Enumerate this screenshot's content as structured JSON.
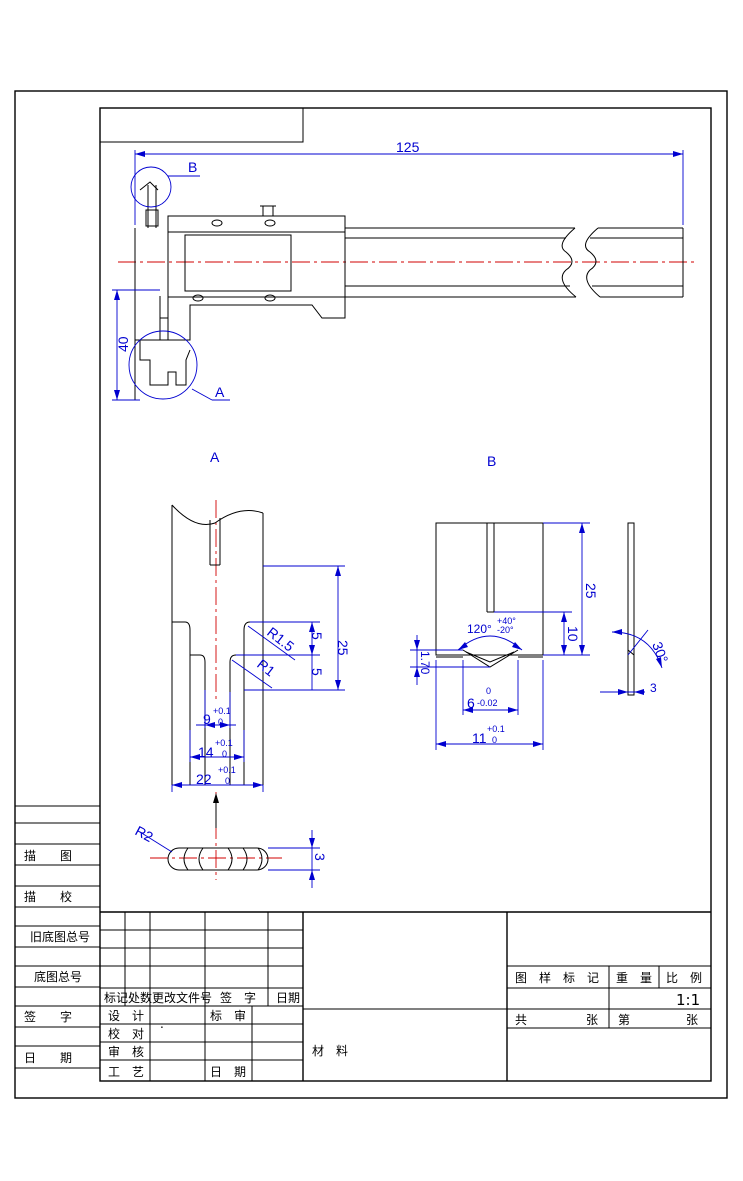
{
  "drawing": {
    "overall_length": "125",
    "jaw_height": "40",
    "label_A": "A",
    "label_B": "B",
    "view_A": {
      "title": "A",
      "dim_25": "25",
      "dim_5a": "5",
      "dim_5b": "5",
      "r15": "R1.5",
      "r1": "R1",
      "dim_9": "9",
      "dim_9_tol_up": "+0.1",
      "dim_9_tol_lo": "0",
      "dim_14": "14",
      "dim_14_tol_up": "+0.1",
      "dim_14_tol_lo": "0",
      "dim_22": "22",
      "dim_22_tol_up": "+0.1",
      "dim_22_tol_lo": "0",
      "r2": "R2",
      "dim_3": "3"
    },
    "view_B": {
      "title": "B",
      "dim_25": "25",
      "dim_10": "10",
      "angle": "120°",
      "angle_tol_up": "+40°",
      "angle_tol_lo": "-20°",
      "dim_17": "1.70",
      "dim_6": "6",
      "dim_6_tol_up": "0",
      "dim_6_tol_lo": "-0.02",
      "dim_11": "11",
      "dim_11_tol_up": "+0.1",
      "dim_11_tol_lo": "0",
      "angle_30": "30°",
      "dim_3": "3"
    }
  },
  "left_panel": {
    "trace": "描　　图",
    "trace_check": "描　　校",
    "old_base_no": "旧底图总号",
    "base_no": "底图总号",
    "signature": "签　　字",
    "date": "日　　期"
  },
  "title_block": {
    "headers": [
      "标记",
      "处数",
      "更改文件号",
      "签　字",
      "日期"
    ],
    "design": "设　计",
    "check": "校　对",
    "review": "审　核",
    "process": "工　艺",
    "standard": "标　审",
    "date": "日　期",
    "material": "材　料",
    "drawing_mark": "图　样　标　记",
    "weight": "重　量",
    "scale_label": "比　例",
    "scale_value": "1:1",
    "total": "共",
    "sheets": "张",
    "sheet_no": "第",
    "sheet_suffix": "张",
    "dot": "."
  }
}
